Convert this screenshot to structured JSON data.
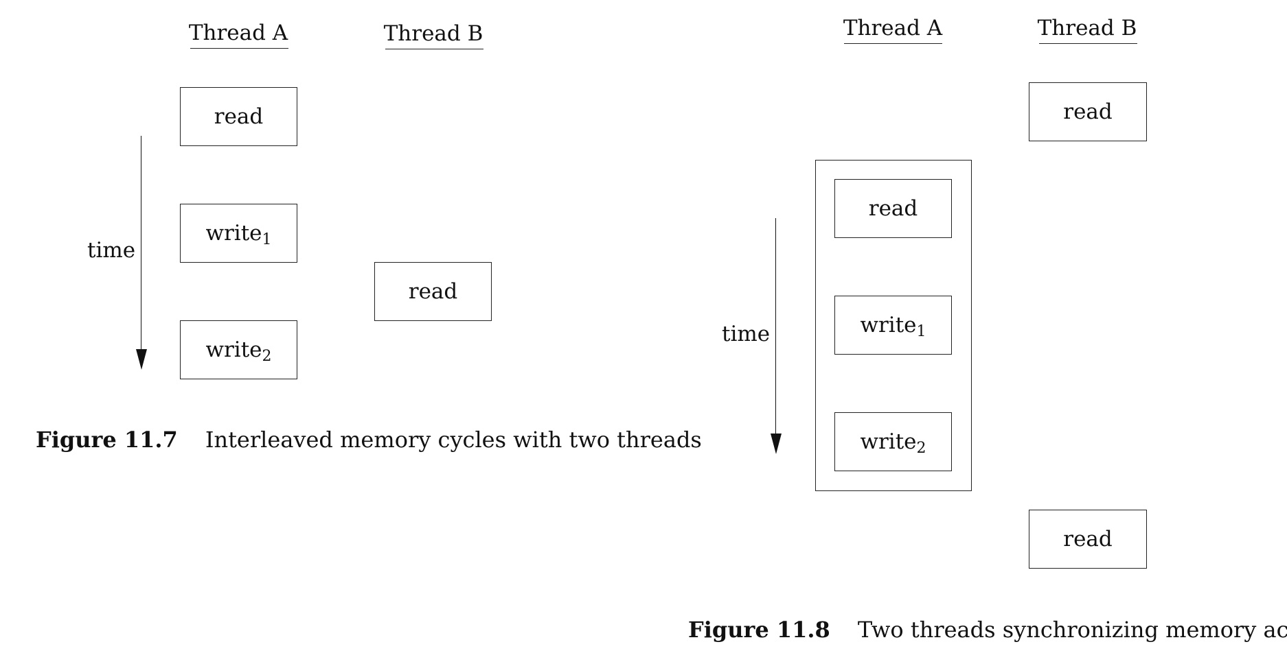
{
  "fig_11_7": {
    "header_a": "Thread A",
    "header_b": "Thread B",
    "time_label": "time",
    "a_read": "read",
    "a_write1_base": "write",
    "a_write1_sub": "1",
    "a_write2_base": "write",
    "a_write2_sub": "2",
    "b_read": "read",
    "caption_number": "Figure 11.7",
    "caption_text": "Interleaved memory cycles with two threads"
  },
  "fig_11_8": {
    "header_a": "Thread A",
    "header_b": "Thread B",
    "time_label": "time",
    "a_read": "read",
    "a_write1_base": "write",
    "a_write1_sub": "1",
    "a_write2_base": "write",
    "a_write2_sub": "2",
    "b_read_top": "read",
    "b_read_bottom": "read",
    "caption_number": "Figure 11.8",
    "caption_text": "Two threads synchronizing memory access"
  }
}
